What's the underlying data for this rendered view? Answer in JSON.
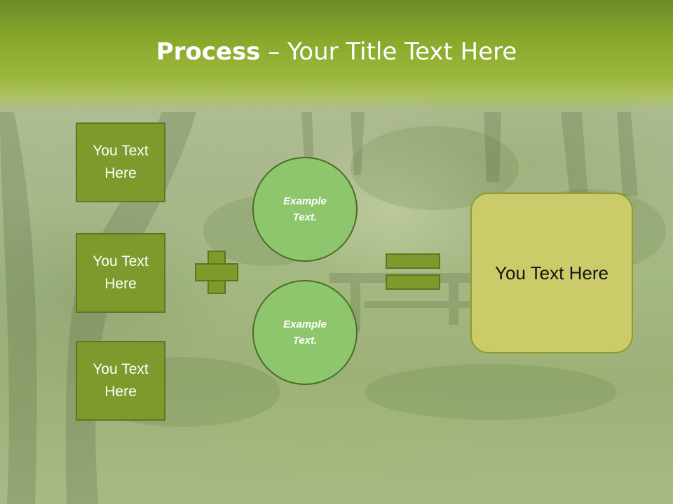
{
  "slide": {
    "title_bold": "Process",
    "title_rest": " – Your Title Text Here",
    "left_boxes": [
      {
        "label": "You Text Here"
      },
      {
        "label": "You Text Here"
      },
      {
        "label": "You Text Here"
      }
    ],
    "circles": [
      {
        "label": "Example Text."
      },
      {
        "label": "Example Text."
      }
    ],
    "result_label": "You Text Here"
  },
  "colors": {
    "title_band": "#88a82c",
    "box_fill": "#7e9a2c",
    "circle_fill": "#8dc66c",
    "result_fill": "#cbcc69"
  },
  "icons": {
    "operator_1": "plus-icon",
    "operator_2": "equals-icon"
  }
}
